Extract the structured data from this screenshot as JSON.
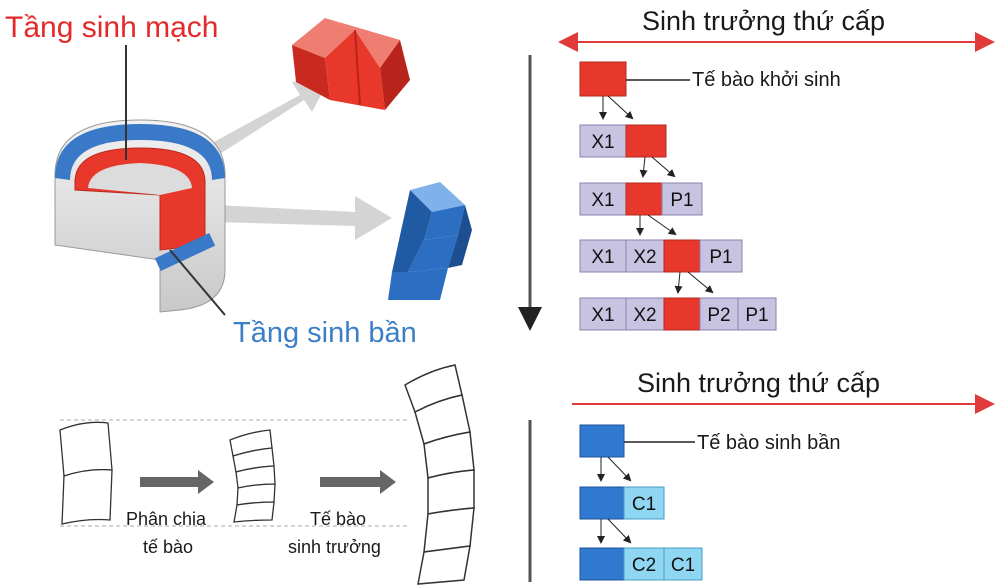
{
  "labels": {
    "cambium": "Tầng sinh mạch",
    "cork_cambium": "Tầng sinh bần",
    "secondary_growth_top": "Sinh trưởng thứ cấp",
    "secondary_growth_bottom": "Sinh trưởng thứ cấp",
    "initial_cell": "Tế bào khởi sinh",
    "cork_cell": "Tế bào sinh bần",
    "division_line1": "Phân chia",
    "division_line2": "tế bào",
    "growth_line1": "Tế bào",
    "growth_line2": "sinh trưởng"
  },
  "cells": {
    "x1": "X1",
    "x2": "X2",
    "p1": "P1",
    "p2": "P2",
    "c1": "C1",
    "c2": "C2"
  },
  "colors": {
    "red_label": "#e5282a",
    "blue_label": "#3b7fc4",
    "red_cell": "#e8382b",
    "blue_cell": "#2f7ad0",
    "purple_cell": "#c9c3e2",
    "cyan_cell": "#8fd6f2",
    "guide_line": "#e03a3a"
  }
}
